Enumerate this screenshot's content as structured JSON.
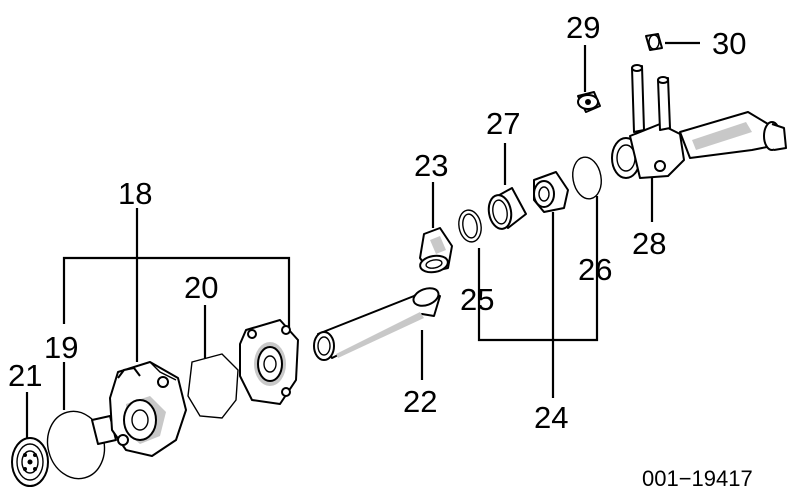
{
  "callouts": {
    "c18": "18",
    "c19": "19",
    "c20": "20",
    "c21": "21",
    "c22": "22",
    "c23": "23",
    "c24": "24",
    "c25": "25",
    "c26": "26",
    "c27": "27",
    "c28": "28",
    "c29": "29",
    "c30": "30"
  },
  "catalog_number": "001−19417",
  "colors": {
    "ink": "#000000",
    "background": "#ffffff",
    "shading": "#c8c8c8"
  }
}
